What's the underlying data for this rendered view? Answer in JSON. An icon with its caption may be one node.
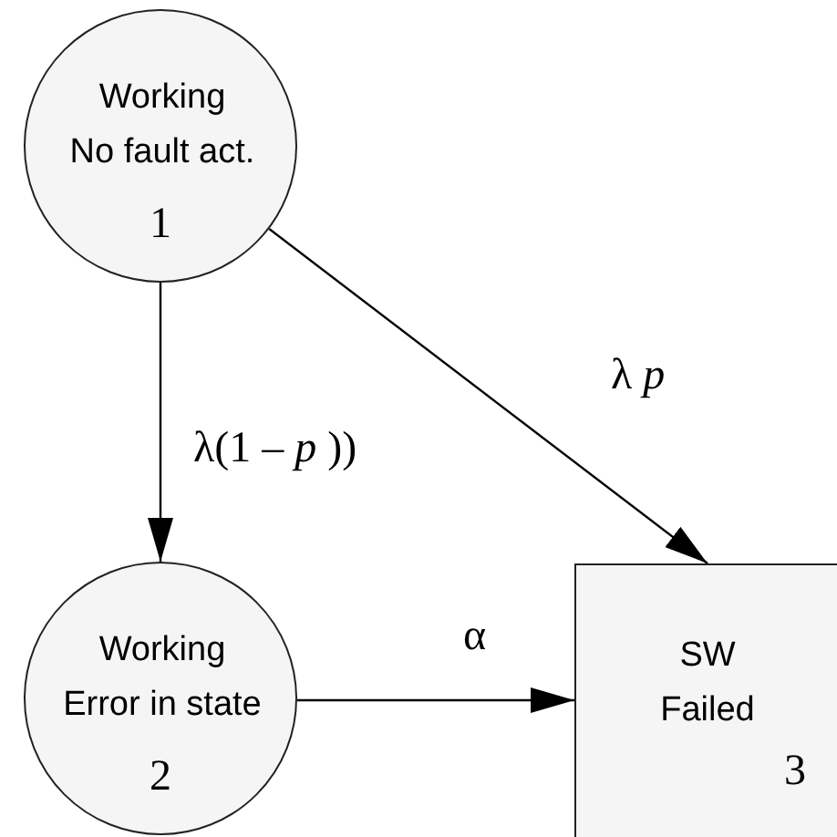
{
  "diagram": {
    "nodes": [
      {
        "text": [
          "Working",
          "No fault act.",
          "1"
        ]
      },
      {
        "text": [
          "Working",
          "Error in state",
          "2"
        ]
      },
      {
        "text": [
          "SW",
          "Failed",
          "3"
        ]
      }
    ],
    "edges": [
      {
        "from": 0,
        "to": 1,
        "arrow": "to",
        "label": "λ(1 – *p* ))"
      },
      {
        "from": 0,
        "to": 2,
        "arrow": "to",
        "label": "λ *p*"
      },
      {
        "from": 1,
        "to": 2,
        "arrow": "to",
        "label": "α"
      }
    ]
  }
}
